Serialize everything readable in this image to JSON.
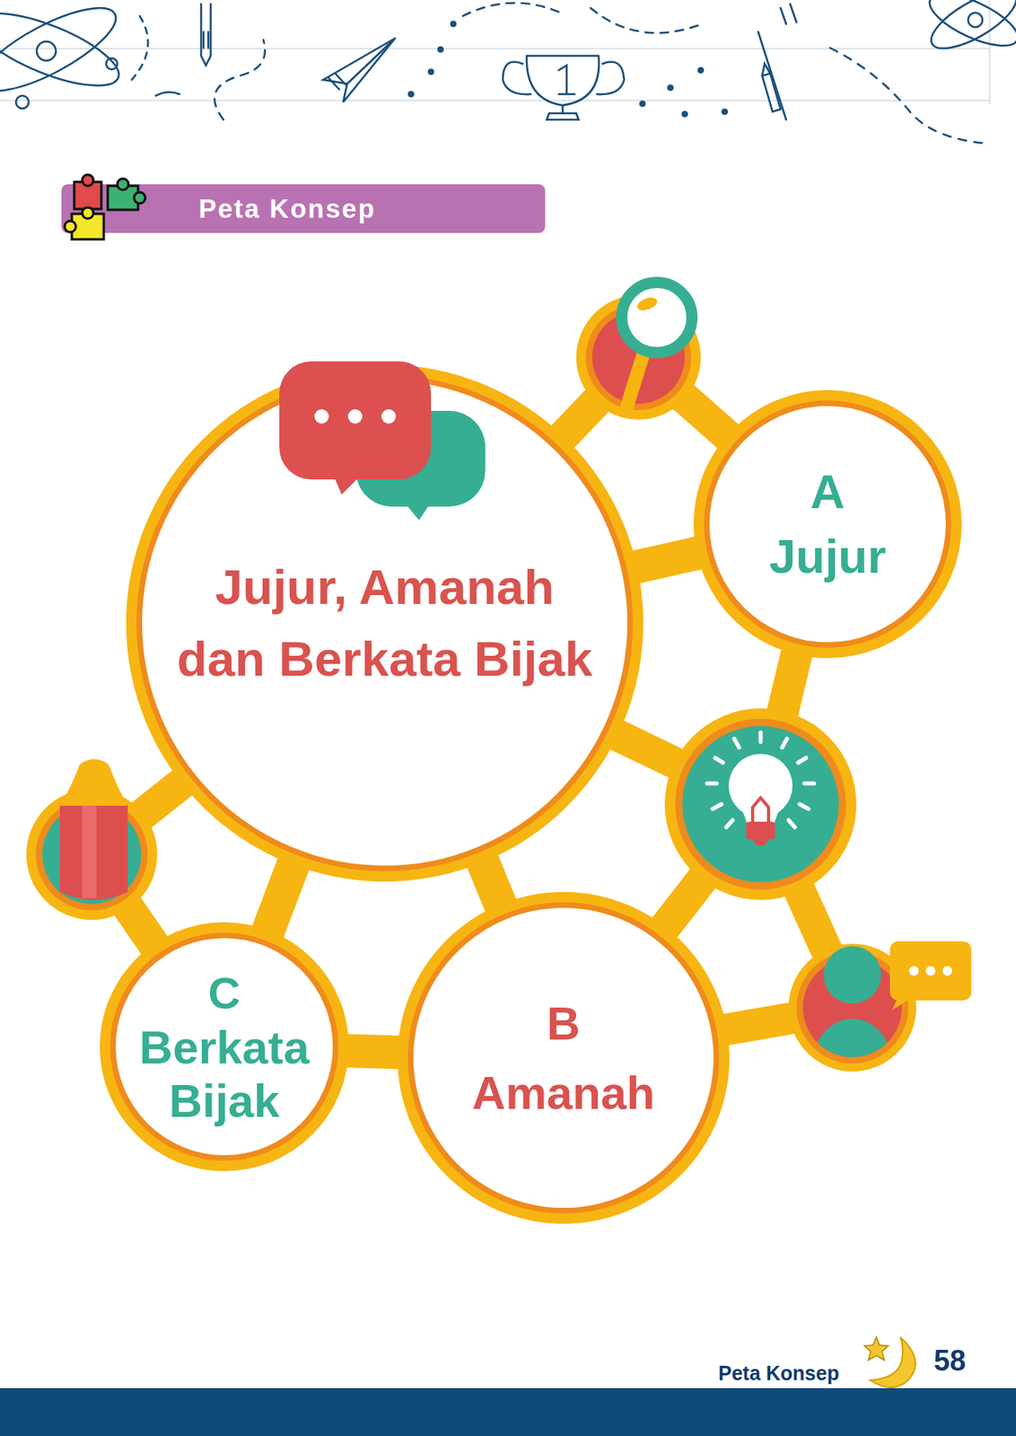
{
  "diagram": {
    "title": "Peta Konsep",
    "nodes": [
      {
        "text": [
          "Jujur, Amanah dan Berkata Bijak"
        ]
      },
      {
        "text": [
          "A",
          "Jujur"
        ]
      },
      {
        "text": [
          "B",
          "Amanah"
        ]
      },
      {
        "text": [
          "C",
          "Berkata Bijak"
        ]
      }
    ],
    "edges": [
      {
        "from": 0,
        "to": 1,
        "arrow": "none"
      },
      {
        "from": 0,
        "to": 2,
        "arrow": "none"
      },
      {
        "from": 0,
        "to": 3,
        "arrow": "none"
      },
      {
        "from": 3,
        "to": 2,
        "arrow": "none"
      }
    ],
    "labels": [
      "Peta Konsep",
      "58"
    ]
  }
}
